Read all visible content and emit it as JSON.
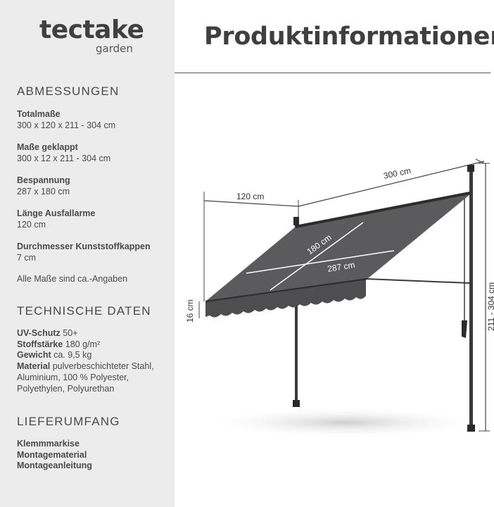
{
  "brand": {
    "name": "tectake",
    "sub": "garden"
  },
  "title": "Produktinformationen",
  "sections": {
    "dimensions": {
      "heading": "ABMESSUNGEN",
      "items": [
        {
          "label": "Totalmaße",
          "value": "300 x 120 x 211 - 304 cm"
        },
        {
          "label": "Maße geklappt",
          "value": "300 x 12 x 211 - 304 cm"
        },
        {
          "label": "Bespannung",
          "value": "287 x 180 cm"
        },
        {
          "label": "Länge Ausfallarme",
          "value": "120 cm"
        },
        {
          "label": "Durchmesser Kunststoffkappen",
          "value": "7 cm"
        }
      ],
      "note": "Alle Maße sind ca.-Angaben"
    },
    "technical": {
      "heading": "TECHNISCHE DATEN",
      "items": [
        {
          "label": "UV-Schutz",
          "value": "50+"
        },
        {
          "label": "Stoffstärke",
          "value": "180 g/m²"
        },
        {
          "label": "Gewicht",
          "value": "ca. 9,5 kg"
        },
        {
          "label": "Material",
          "value": "pulverbeschichteter Stahl, Aluminium, 100 % Polyester, Polyethylen, Polyurethan"
        }
      ]
    },
    "scope": {
      "heading": "LIEFERUMFANG",
      "items": [
        "Klemmmarkise",
        "Montagematerial",
        "Montageanleitung"
      ]
    }
  },
  "diagram": {
    "width_label": "300  cm",
    "depth_label": "120 cm",
    "fabric_width_label": "287 cm",
    "fabric_depth_label": "180 cm",
    "valance_label": "16 cm",
    "height_label": "211 - 304 cm"
  }
}
